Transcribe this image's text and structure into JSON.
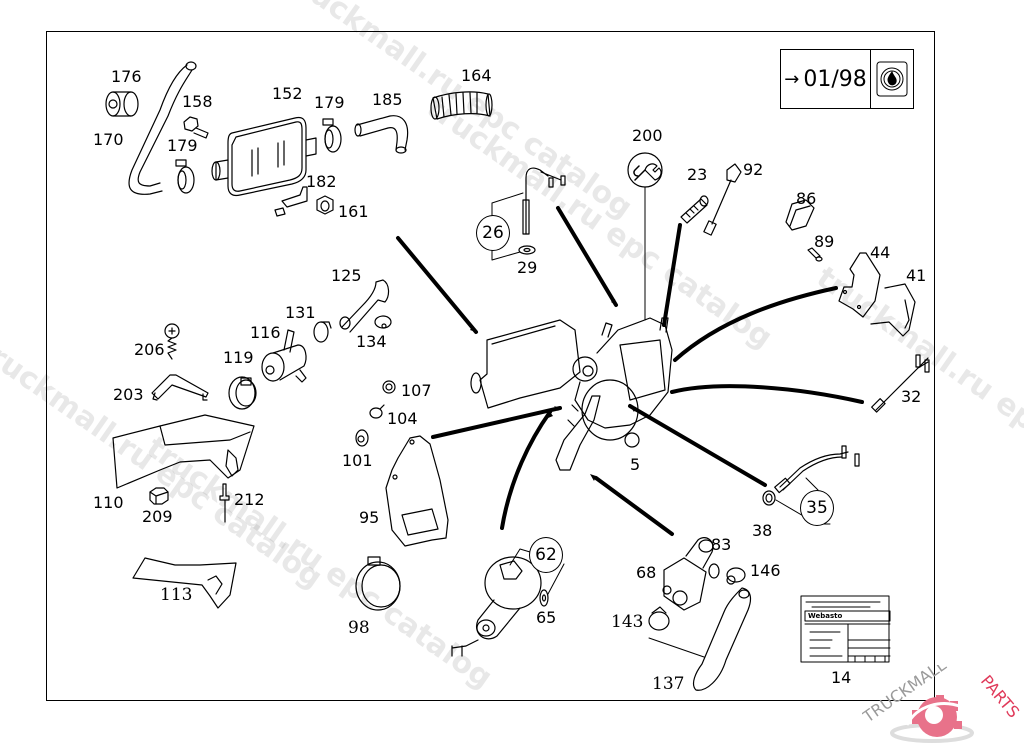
{
  "diagram": {
    "title": "Parts diagram",
    "validity_box": {
      "arrow": "→",
      "date": "01/98",
      "icon": "flame-heater-icon"
    },
    "labels": [
      {
        "id": "176",
        "text": "176"
      },
      {
        "id": "170",
        "text": "170"
      },
      {
        "id": "158",
        "text": "158"
      },
      {
        "id": "179a",
        "text": "179"
      },
      {
        "id": "152",
        "text": "152"
      },
      {
        "id": "179b",
        "text": "179"
      },
      {
        "id": "185",
        "text": "185"
      },
      {
        "id": "182",
        "text": "182"
      },
      {
        "id": "161",
        "text": "161"
      },
      {
        "id": "164",
        "text": "164"
      },
      {
        "id": "200",
        "text": "200"
      },
      {
        "id": "23",
        "text": "23"
      },
      {
        "id": "92",
        "text": "92"
      },
      {
        "id": "29",
        "text": "29"
      },
      {
        "id": "86",
        "text": "86"
      },
      {
        "id": "89",
        "text": "89"
      },
      {
        "id": "44",
        "text": "44"
      },
      {
        "id": "41",
        "text": "41"
      },
      {
        "id": "32",
        "text": "32"
      },
      {
        "id": "125",
        "text": "125"
      },
      {
        "id": "131",
        "text": "131"
      },
      {
        "id": "116",
        "text": "116"
      },
      {
        "id": "134",
        "text": "134"
      },
      {
        "id": "206",
        "text": "206"
      },
      {
        "id": "119",
        "text": "119"
      },
      {
        "id": "203",
        "text": "203"
      },
      {
        "id": "107",
        "text": "107"
      },
      {
        "id": "104",
        "text": "104"
      },
      {
        "id": "101",
        "text": "101"
      },
      {
        "id": "110",
        "text": "110"
      },
      {
        "id": "209",
        "text": "209"
      },
      {
        "id": "212",
        "text": "212"
      },
      {
        "id": "95",
        "text": "95"
      },
      {
        "id": "5",
        "text": "5"
      },
      {
        "id": "38",
        "text": "38"
      },
      {
        "id": "83",
        "text": "83"
      },
      {
        "id": "68",
        "text": "68"
      },
      {
        "id": "146",
        "text": "146"
      },
      {
        "id": "65",
        "text": "65"
      },
      {
        "id": "143",
        "text": "143"
      },
      {
        "id": "113",
        "text": "113"
      },
      {
        "id": "98",
        "text": "98"
      },
      {
        "id": "137",
        "text": "137"
      },
      {
        "id": "14",
        "text": "14"
      }
    ],
    "callouts": [
      {
        "id": "26",
        "text": "26"
      },
      {
        "id": "35",
        "text": "35"
      },
      {
        "id": "62",
        "text": "62"
      }
    ],
    "tool_callout": {
      "label": "200",
      "icon": "wrench-icon"
    },
    "nameplate": {
      "brand_text": "Webasto",
      "label": "14"
    }
  },
  "watermarks": {
    "text_a": "truckmall.ru epc catalog",
    "brand": "TRUCKMALLPARTS",
    "brand_part1": "TRUCKMALL",
    "brand_part2": "PARTS",
    "brand_color": "#e03a5a"
  }
}
